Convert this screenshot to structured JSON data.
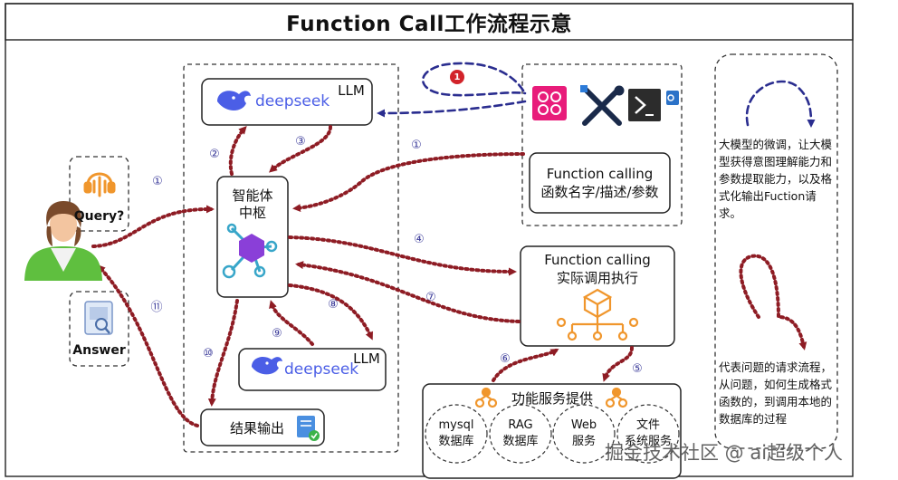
{
  "title": "Function Call工作流程示意",
  "user": {
    "query_label": "Query?",
    "answer_label": "Answer"
  },
  "llm_top": {
    "brand": "deepseek",
    "label": "LLM"
  },
  "llm_bottom": {
    "brand": "deepseek",
    "label": "LLM"
  },
  "hub": {
    "line1": "智能体",
    "line2": "中枢"
  },
  "result": {
    "label": "结果输出"
  },
  "function_define": {
    "line1": "Function calling",
    "line2": "函数名字/描述/参数"
  },
  "function_exec": {
    "line1": "Function calling",
    "line2": "实际调用执行"
  },
  "services": {
    "title": "功能服务提供",
    "items": [
      {
        "line1": "mysql",
        "line2": "数据库"
      },
      {
        "line1": "RAG",
        "line2": "数据库"
      },
      {
        "line1": "Web",
        "line2": "服务"
      },
      {
        "line1": "文件",
        "line2": "系统服务"
      }
    ]
  },
  "steps": [
    "①",
    "②",
    "③",
    "①",
    "④",
    "⑦",
    "⑧",
    "⑨",
    "⑩",
    "⑪",
    "⑥",
    "⑤"
  ],
  "badge": "1",
  "notes": {
    "fine_tune": "大模型的微调，让大模型获得意图理解能力和参数提取能力，以及格式化输出Fuction请求。",
    "flow": "代表问题的请求流程，从问题，如何生成格式函数的，到调用本地的数据库的过程"
  },
  "watermark": "掘金技术社区 @ ai超级个人",
  "colors": {
    "red_dotted": "#8e1c24",
    "blue_dashed": "#2a2d8f",
    "step_number": "#3b3b9a",
    "hub_icon": "#8a3fd8",
    "orange_icon": "#f0962c",
    "pink_icon": "#e81c7a"
  }
}
